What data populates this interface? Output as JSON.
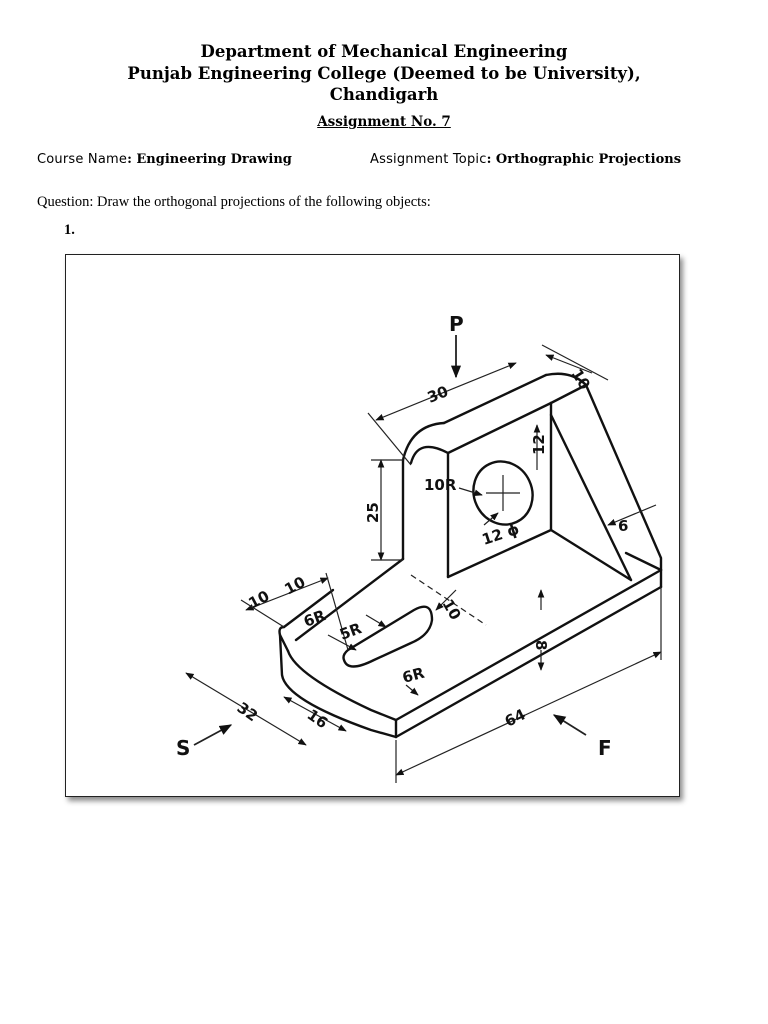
{
  "header": {
    "line1": "Department of Mechanical Engineering",
    "line2": "Punjab Engineering College (Deemed to be University),",
    "line3": "Chandigarh"
  },
  "assignment": {
    "title": "Assignment No. 7"
  },
  "info": {
    "course_label": "Course Name",
    "course_value": ": Engineering Drawing",
    "topic_label": "Assignment Topic",
    "topic_value": ": Orthographic Projections"
  },
  "question": {
    "text": "Question: Draw the orthogonal projections of the following objects:",
    "item_number": "1."
  },
  "drawing": {
    "view_top": "P",
    "view_side": "S",
    "view_front": "F",
    "dims": {
      "width_top": "30",
      "thickness_top": "10",
      "height_upright": "25",
      "radius_upright": "10R",
      "hole_dia": "12 ϕ",
      "hole_offset": "12",
      "rib_thickness": "6",
      "slot_offset_a": "10",
      "slot_offset_b": "10",
      "slot_radius": "5R",
      "corner_radius_top": "6R",
      "slot_width": "10",
      "base_height": "8",
      "base_depth": "32",
      "slot_pos": "16",
      "corner_radius_front": "6R",
      "base_length": "64"
    }
  }
}
